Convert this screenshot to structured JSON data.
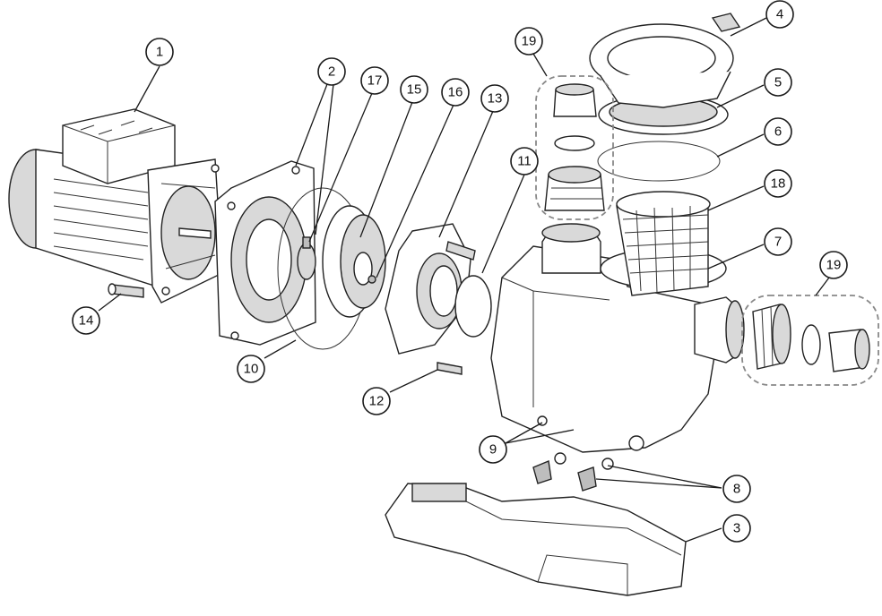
{
  "callouts": [
    {
      "id": "c1",
      "label": "1"
    },
    {
      "id": "c2",
      "label": "2"
    },
    {
      "id": "c17",
      "label": "17"
    },
    {
      "id": "c15",
      "label": "15"
    },
    {
      "id": "c16",
      "label": "16"
    },
    {
      "id": "c13",
      "label": "13"
    },
    {
      "id": "c11",
      "label": "11"
    },
    {
      "id": "c19a",
      "label": "19"
    },
    {
      "id": "c4",
      "label": "4"
    },
    {
      "id": "c5",
      "label": "5"
    },
    {
      "id": "c6",
      "label": "6"
    },
    {
      "id": "c18",
      "label": "18"
    },
    {
      "id": "c7",
      "label": "7"
    },
    {
      "id": "c19b",
      "label": "19"
    },
    {
      "id": "c14",
      "label": "14"
    },
    {
      "id": "c10",
      "label": "10"
    },
    {
      "id": "c12",
      "label": "12"
    },
    {
      "id": "c9",
      "label": "9"
    },
    {
      "id": "c8",
      "label": "8"
    },
    {
      "id": "c3",
      "label": "3"
    }
  ]
}
